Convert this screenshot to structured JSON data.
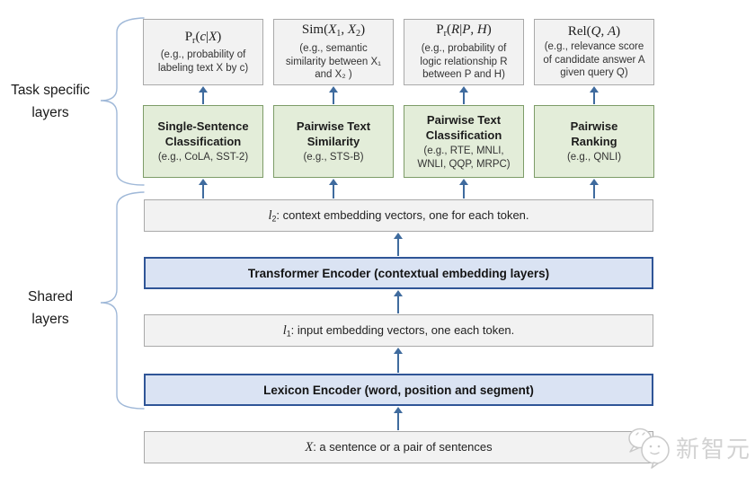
{
  "colors": {
    "gray-fill": "#f2f2f2",
    "gray-border": "#a9a9a9",
    "green-fill": "#e3edd9",
    "green-border": "#7d9c68",
    "blue-fill": "#dae3f3",
    "blue-border": "#2f5597",
    "arrow": "#3f6b9e",
    "brace": "#9fb8d8",
    "watermark": "#d2d2d2",
    "text": "#222222"
  },
  "side_labels": {
    "task_specific": {
      "line1": "Task specific",
      "line2": "layers"
    },
    "shared": {
      "line1": "Shared",
      "line2": "layers"
    }
  },
  "output_boxes": [
    {
      "formula": [
        {
          "t": "P"
        },
        {
          "t": "r",
          "sub": true
        },
        {
          "t": "("
        },
        {
          "t": "c",
          "i": true
        },
        {
          "t": "|"
        },
        {
          "t": "X",
          "i": true
        },
        {
          "t": ")"
        }
      ],
      "desc": "(e.g., probability of\nlabeling text X by c)"
    },
    {
      "formula": [
        {
          "t": "Sim("
        },
        {
          "t": "X",
          "i": true
        },
        {
          "t": "1",
          "sub": true
        },
        {
          "t": ", "
        },
        {
          "t": "X",
          "i": true
        },
        {
          "t": "2",
          "sub": true
        },
        {
          "t": ")"
        }
      ],
      "desc": "(e.g., semantic\nsimilarity between X₁\nand X₂ )"
    },
    {
      "formula": [
        {
          "t": "P"
        },
        {
          "t": "r",
          "sub": true
        },
        {
          "t": "("
        },
        {
          "t": "R",
          "i": true
        },
        {
          "t": "|"
        },
        {
          "t": "P",
          "i": true
        },
        {
          "t": ", "
        },
        {
          "t": "H",
          "i": true
        },
        {
          "t": ")"
        }
      ],
      "desc": "(e.g., probability of\nlogic relationship R\nbetween P and H)"
    },
    {
      "formula": [
        {
          "t": "Rel("
        },
        {
          "t": "Q",
          "i": true
        },
        {
          "t": ", "
        },
        {
          "t": "A",
          "i": true
        },
        {
          "t": ")"
        }
      ],
      "desc": "(e.g., relevance score\nof candidate answer A\ngiven query Q)"
    }
  ],
  "task_boxes": [
    {
      "title": "Single-Sentence\nClassification",
      "examples": "(e.g., CoLA, SST-2)"
    },
    {
      "title": "Pairwise Text\nSimilarity",
      "examples": "(e.g., STS-B)"
    },
    {
      "title": "Pairwise Text\nClassification",
      "examples": "(e.g., RTE, MNLI,\nWNLI, QQP, MRPC)"
    },
    {
      "title": "Pairwise\nRanking",
      "examples": "(e.g., QNLI)"
    }
  ],
  "shared_boxes": {
    "l2": {
      "segments": [
        {
          "t": "l",
          "i": true
        },
        {
          "t": "2",
          "sub": true
        },
        {
          "t": ": context embedding vectors, one for each token."
        }
      ]
    },
    "transformer": {
      "label": "Transformer Encoder (contextual embedding layers)"
    },
    "l1": {
      "segments": [
        {
          "t": "l",
          "i": true
        },
        {
          "t": "1",
          "sub": true
        },
        {
          "t": ": input embedding vectors, one each token."
        }
      ]
    },
    "lexicon": {
      "label": "Lexicon Encoder (word, position and segment)"
    },
    "input": {
      "segments": [
        {
          "t": "X",
          "i": true
        },
        {
          "t": ": a sentence or a pair of sentences"
        }
      ]
    }
  },
  "watermark": {
    "icon": "wechat-bubbles-icon",
    "text": "新智元"
  }
}
